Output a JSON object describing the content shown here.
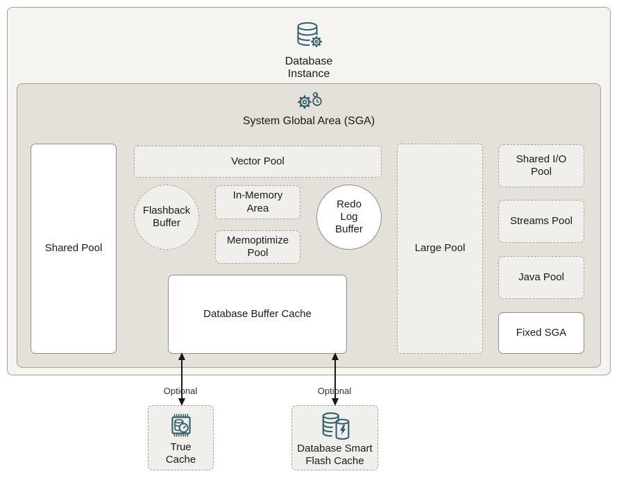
{
  "colors": {
    "icon": "#2f5d68",
    "outer_bg": "#f5f4f1",
    "sga_bg": "#e4e1da",
    "node_fill": "#f1efec",
    "border_solid": "#918d86",
    "border_dashed": "#a39e97",
    "text": "#1a1816",
    "arrow": "#181818"
  },
  "instance_header": {
    "label": "Database Instance",
    "icon": "database-gear-icon"
  },
  "sga_header": {
    "label": "System Global Area (SGA)",
    "icon": "gear-clock-icon"
  },
  "nodes": {
    "shared_pool": {
      "label": "Shared Pool"
    },
    "vector_pool": {
      "label": "Vector Pool"
    },
    "flashback_buffer": {
      "label": "Flashback Buffer"
    },
    "in_memory_area": {
      "label": "In-Memory Area"
    },
    "memoptimize_pool": {
      "label": "Memoptimize Pool"
    },
    "redo_log_buffer": {
      "label": "Redo Log Buffer"
    },
    "database_buffer_cache": {
      "label": "Database Buffer Cache"
    },
    "large_pool": {
      "label": "Large Pool"
    },
    "shared_io_pool": {
      "label": "Shared I/O Pool"
    },
    "streams_pool": {
      "label": "Streams Pool"
    },
    "java_pool": {
      "label": "Java Pool"
    },
    "fixed_sga": {
      "label": "Fixed SGA"
    },
    "true_cache": {
      "label": "True Cache",
      "icon": "chip-database-gauge-icon"
    },
    "db_smart_flash_cache": {
      "label": "Database Smart Flash Cache",
      "icon": "database-flash-icon"
    }
  },
  "connectors": {
    "optional_label_1": "Optional",
    "optional_label_2": "Optional"
  }
}
